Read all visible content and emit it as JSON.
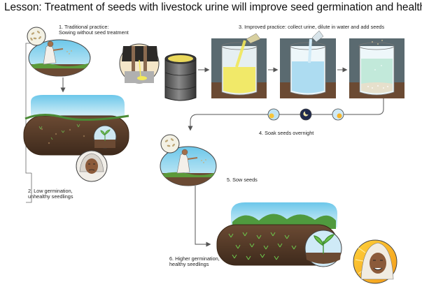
{
  "title": "Lesson: Treatment of seeds with livestock urine will improve seed germination and health",
  "steps": [
    {
      "num": "1.",
      "lines": [
        "Traditional practice:",
        "Sowing without seed treatment"
      ]
    },
    {
      "num": "2.",
      "lines": [
        "Low germination,",
        "unhealthy seedlings"
      ]
    },
    {
      "num": "3.",
      "lines": [
        "Improved practice: collect urine, dilute in water and add seeds"
      ]
    },
    {
      "num": "4.",
      "lines": [
        "Soak seeds overnight"
      ]
    },
    {
      "num": "5.",
      "lines": [
        "Sow seeds"
      ]
    },
    {
      "num": "6.",
      "lines": [
        "Higher germination,",
        "healthy seedlings"
      ]
    }
  ],
  "colors": {
    "sky": "#8fd3ec",
    "soil": "#5a3e2b",
    "urine": "#f2e85a",
    "diluted": "#bfe3ef",
    "arrow": "#555555"
  }
}
